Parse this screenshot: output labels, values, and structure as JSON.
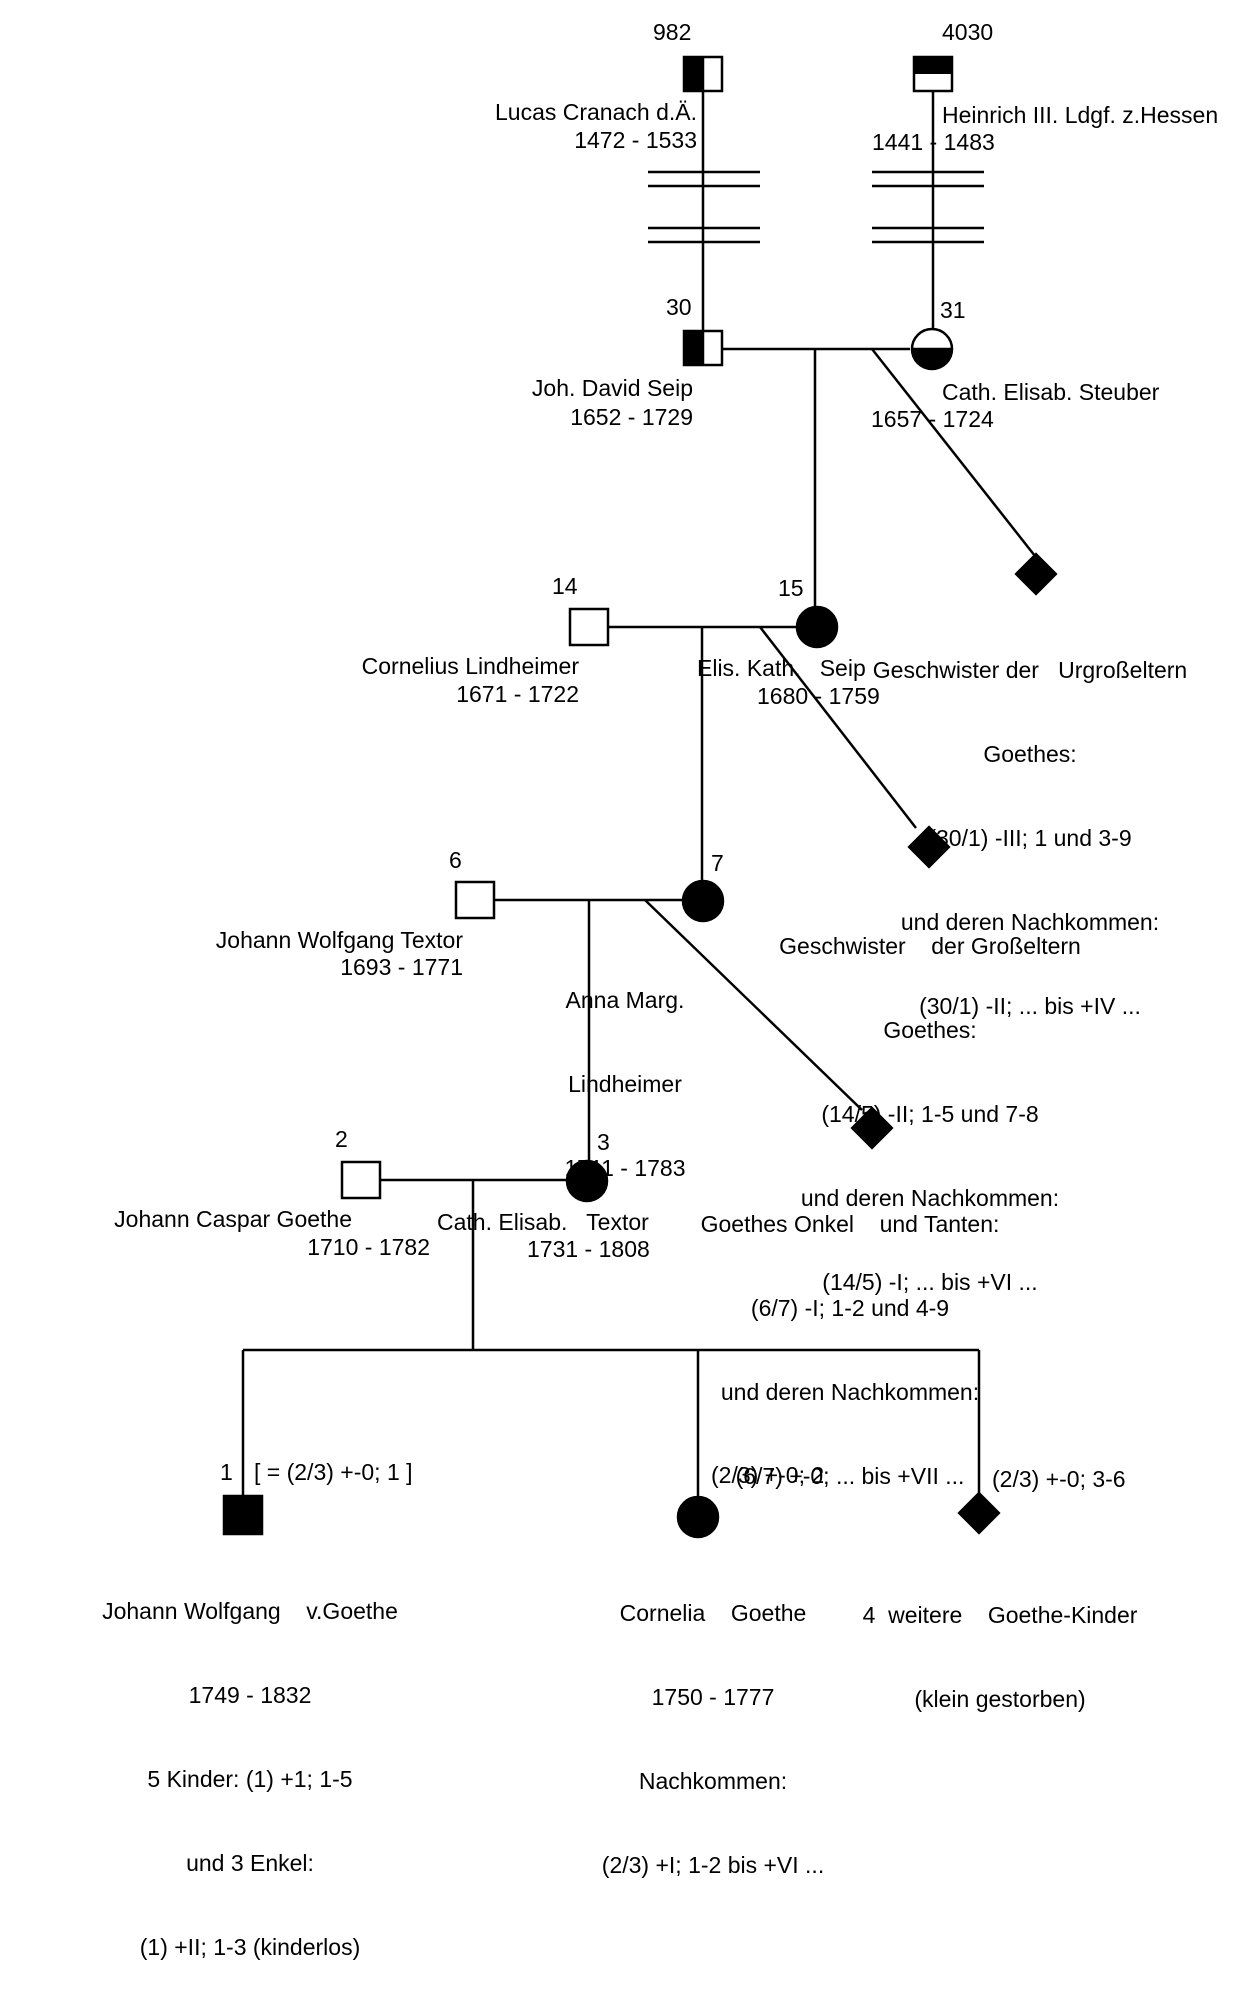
{
  "ancestors": {
    "cranach": {
      "number": "982",
      "name": "Lucas Cranach d.Ä.",
      "dates": "1472 - 1533"
    },
    "heinrich": {
      "number": "4030",
      "name": "Heinrich III. Ldgf. z.Hessen",
      "dates": "1441 - 1483"
    }
  },
  "generation_great_grandparents": {
    "seip": {
      "number": "30",
      "name": "Joh. David Seip",
      "dates": "1652 - 1729"
    },
    "steuber": {
      "number": "31",
      "name": "Cath. Elisab. Steuber",
      "dates": "1657 - 1724"
    },
    "siblings": {
      "line1": "Geschwister der   Urgroßeltern",
      "line2": "Goethes:",
      "line3": "(30/1) -III; 1 und 3-9",
      "line4": "und deren Nachkommen:",
      "line5": "(30/1) -II; ... bis +IV ..."
    }
  },
  "generation_grandparents_mother_side": {
    "lindheimer": {
      "number": "14",
      "name": "Cornelius Lindheimer",
      "dates": "1671 - 1722"
    },
    "seip_elis": {
      "number": "15",
      "name": "Elis. Kath.   Seip",
      "dates": "1680 - 1759"
    },
    "siblings": {
      "line1": "Geschwister    der Großeltern",
      "line2": "Goethes:",
      "line3": "(14/5) -II; 1-5 und 7-8",
      "line4": "und deren Nachkommen:",
      "line5": "(14/5) -I; ... bis +VI ..."
    }
  },
  "generation_grandparents": {
    "textor": {
      "number": "6",
      "name": "Johann Wolfgang Textor",
      "dates": "1693 - 1771"
    },
    "anna": {
      "number": "7",
      "name_line1": "Anna Marg.",
      "name_line2": "Lindheimer",
      "dates": "1711 - 1783"
    },
    "uncles": {
      "line1": "Goethes Onkel    und Tanten:",
      "line2": "(6/7) -I; 1-2 und 4-9",
      "line3": "und deren Nachkommen:",
      "line4": "(6/7) +-0; ... bis +VII ..."
    }
  },
  "generation_parents": {
    "father": {
      "number": "2",
      "name": "Johann Caspar Goethe",
      "dates": "1710 - 1782"
    },
    "mother": {
      "number": "3",
      "name": "Cath. Elisab.   Textor",
      "dates": "1731 - 1808"
    }
  },
  "children": {
    "goethe": {
      "number": "1",
      "code": "[ = (2/3) +-0; 1 ]",
      "name": "Johann Wolfgang    v.Goethe",
      "dates": "1749 - 1832",
      "line3": "5 Kinder: (1) +1; 1-5",
      "line4": "und 3 Enkel:",
      "line5": "(1) +II; 1-3 (kinderlos)"
    },
    "cornelia": {
      "code": "(2/3) +-0; 2",
      "name": "Cornelia    Goethe",
      "dates": "1750 - 1777",
      "line3": "Nachkommen:",
      "line4": "(2/3) +I; 1-2 bis +VI ..."
    },
    "others": {
      "code": "(2/3) +-0; 3-6",
      "name": "4  weitere    Goethe-Kinder",
      "note": "(klein gestorben)"
    }
  }
}
